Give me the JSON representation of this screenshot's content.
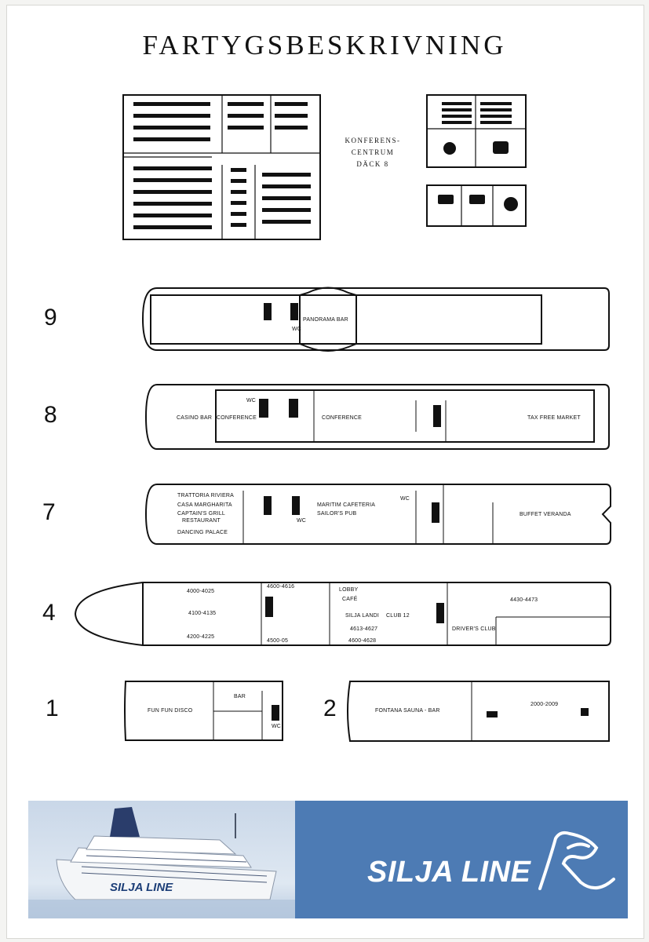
{
  "page": {
    "title": "FARTYGSBESKRIVNING",
    "conference": {
      "label_lines": [
        "KONFERENS-",
        "CENTRUM",
        "DÄCK 8"
      ]
    }
  },
  "decks": [
    {
      "number": "9",
      "labels": [
        {
          "text": "PANORAMA BAR"
        },
        {
          "text": "WC"
        }
      ]
    },
    {
      "number": "8",
      "labels": [
        {
          "text": "CASINO BAR"
        },
        {
          "text": "CONFERENCE"
        },
        {
          "text": "CONFERENCE"
        },
        {
          "text": "TAX FREE MARKET"
        },
        {
          "text": "WC"
        }
      ]
    },
    {
      "number": "7",
      "labels": [
        {
          "text": "TRATTORIA RIVIERA"
        },
        {
          "text": "CASA MARGHARITA"
        },
        {
          "text": "CAPTAIN'S GRILL"
        },
        {
          "text": "RESTAURANT"
        },
        {
          "text": "DANCING PALACE"
        },
        {
          "text": "MARITIM CAFETERIA"
        },
        {
          "text": "SAILOR'S PUB"
        },
        {
          "text": "BUFFET VERANDA"
        },
        {
          "text": "WC"
        },
        {
          "text": "WC"
        }
      ]
    },
    {
      "number": "4",
      "labels": [
        {
          "text": "4000-4025"
        },
        {
          "text": "4100-4135"
        },
        {
          "text": "4200-4225"
        },
        {
          "text": "4600-4616"
        },
        {
          "text": "LOBBY"
        },
        {
          "text": "CAFÉ"
        },
        {
          "text": "SILJA LANDI"
        },
        {
          "text": "CLUB 12"
        },
        {
          "text": "4613-4627"
        },
        {
          "text": "4600-4628"
        },
        {
          "text": "4500-05"
        },
        {
          "text": "4430-4473"
        },
        {
          "text": "DRIVER'S CLUB"
        }
      ]
    },
    {
      "number": "1",
      "labels": [
        {
          "text": "FUN FUN DISCO"
        },
        {
          "text": "BAR"
        },
        {
          "text": "WC"
        }
      ]
    },
    {
      "number": "2",
      "labels": [
        {
          "text": "FONTANA SAUNA - BAR"
        },
        {
          "text": "2000-2009"
        }
      ]
    }
  ],
  "banner": {
    "brand": "SILJA LINE",
    "ship_brand": "SILJA LINE",
    "logo": "silja-seal-logo",
    "colors": {
      "banner": "#4d7bb4",
      "text": "#ffffff"
    }
  }
}
